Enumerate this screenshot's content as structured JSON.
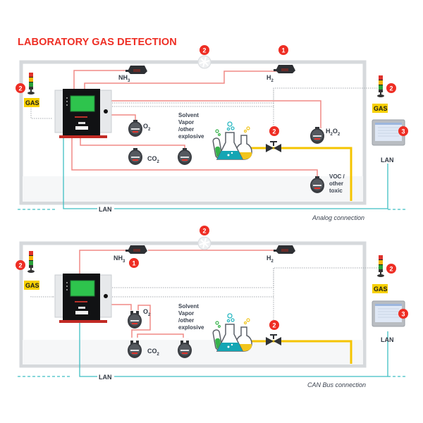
{
  "title": "LABORATORY GAS DETECTION",
  "colors": {
    "accent_red": "#ee2e24",
    "wire_red": "#f08a86",
    "lan_teal": "#3fbfc4",
    "gas_pipe_yellow": "#f5c400",
    "room_wall": "#d6d9dc",
    "gas_badge_yellow": "#f7d000"
  },
  "diagrams": [
    {
      "name": "analog",
      "caption": "Analog connection",
      "sensors": {
        "nh3": {
          "label": "NH",
          "sub": "3"
        },
        "h2": {
          "label": "H",
          "sub": "2"
        },
        "o2": {
          "label": "O",
          "sub": "2"
        },
        "co2": {
          "label": "CO",
          "sub": "2"
        },
        "h2o2": {
          "label": "H",
          "sub": "2",
          "label2": "O",
          "sub2": "2"
        },
        "voc": {
          "lines": [
            "VOC /",
            "other",
            "toxic"
          ]
        }
      },
      "solvent_lines": [
        "Solvent",
        "Vapor",
        "/other",
        "explosive"
      ],
      "gas_badge": "GAS",
      "lan_label": "LAN",
      "badges": {
        "fan": "2",
        "h2": "1",
        "beacon_left": "2",
        "beacon_right": "2",
        "valve": "2",
        "panel": "3"
      }
    },
    {
      "name": "canbus",
      "caption": "CAN Bus connection",
      "sensors": {
        "nh3": {
          "label": "NH",
          "sub": "3"
        },
        "h2": {
          "label": "H",
          "sub": "2"
        },
        "o2": {
          "label": "O",
          "sub": "2"
        },
        "co2": {
          "label": "CO",
          "sub": "2"
        }
      },
      "solvent_lines": [
        "Solvent",
        "Vapor",
        "/other",
        "explosive"
      ],
      "gas_badge": "GAS",
      "lan_label": "LAN",
      "badges": {
        "fan": "2",
        "nh3": "1",
        "beacon_left": "2",
        "beacon_right": "2",
        "valve": "2",
        "panel": "3"
      }
    }
  ]
}
